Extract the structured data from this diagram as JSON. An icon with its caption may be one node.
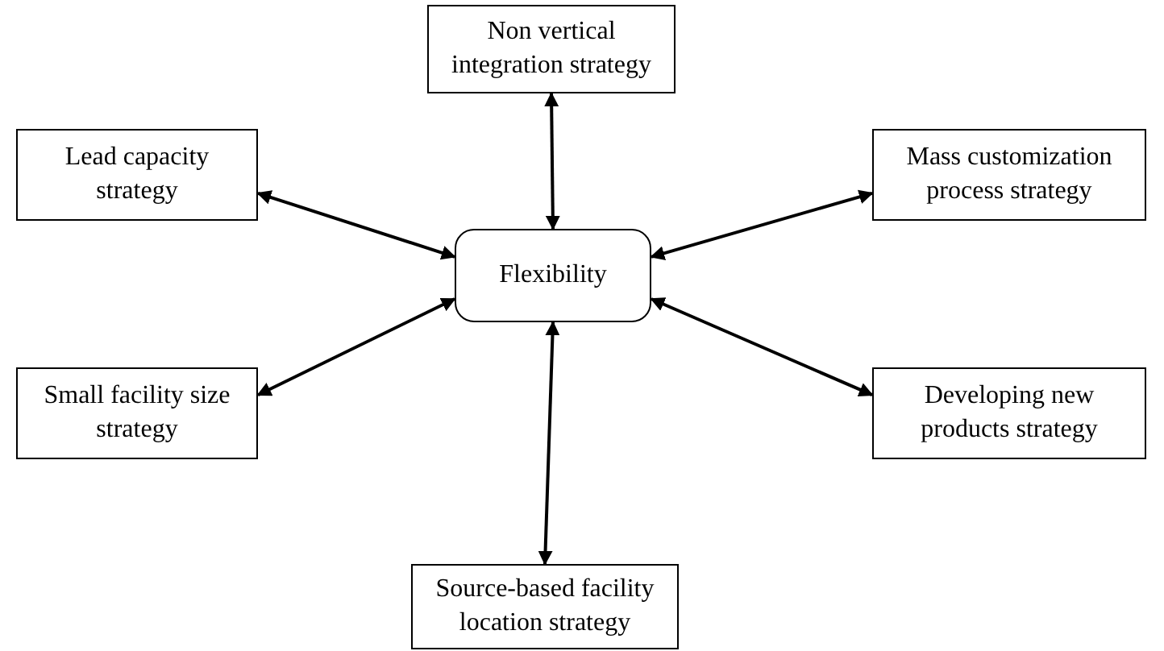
{
  "diagram": {
    "nodes": [
      {
        "text": [
          "Non vertical integration strategy"
        ]
      },
      {
        "text": [
          "Lead capacity strategy"
        ]
      },
      {
        "text": [
          "Mass customization process strategy"
        ]
      },
      {
        "text": [
          "Flexibility"
        ]
      },
      {
        "text": [
          "Small facility size strategy"
        ]
      },
      {
        "text": [
          "Developing new products strategy"
        ]
      },
      {
        "text": [
          "Source-based facility location strategy"
        ]
      }
    ],
    "edges": [
      {
        "from": 3,
        "to": 0,
        "arrow": "both"
      },
      {
        "from": 3,
        "to": 1,
        "arrow": "both"
      },
      {
        "from": 3,
        "to": 2,
        "arrow": "both"
      },
      {
        "from": 3,
        "to": 4,
        "arrow": "both"
      },
      {
        "from": 3,
        "to": 5,
        "arrow": "both"
      },
      {
        "from": 3,
        "to": 6,
        "arrow": "both"
      }
    ]
  }
}
